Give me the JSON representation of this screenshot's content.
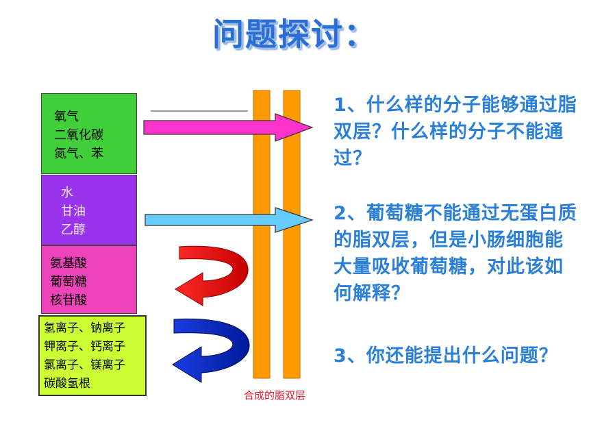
{
  "title": "问题探讨：",
  "categories": [
    {
      "lines": [
        "氧气",
        "二氧化碳",
        "氮气、苯"
      ],
      "color": "#3fcf38"
    },
    {
      "lines": [
        "水",
        "甘油",
        "乙醇"
      ],
      "color": "#9933ee"
    },
    {
      "lines": [
        "氨基酸",
        "葡萄糖",
        "核苷酸"
      ],
      "color": "#ee44bb"
    },
    {
      "lines": [
        "氢离子、钠离子",
        "钾离子、钙离子",
        "氯离子、镁离子",
        "碳酸氢根"
      ],
      "color": "#ccff33"
    }
  ],
  "membrane_label": "合成的脂双层",
  "arrows": {
    "pass_1": "#ff33cc",
    "pass_2": "#66ccff",
    "blocked_1": "#e60000",
    "blocked_2": "#0033cc",
    "membrane": "#ff9900"
  },
  "questions": [
    "1、什么样的分子能够通过脂双层？什么样的分子不能通过？",
    "2、葡萄糖不能通过无蛋白质的脂双层，但是小肠细胞能大量吸收葡萄糖，对此该如何解释？",
    "3、你还能提出什么问题？"
  ]
}
